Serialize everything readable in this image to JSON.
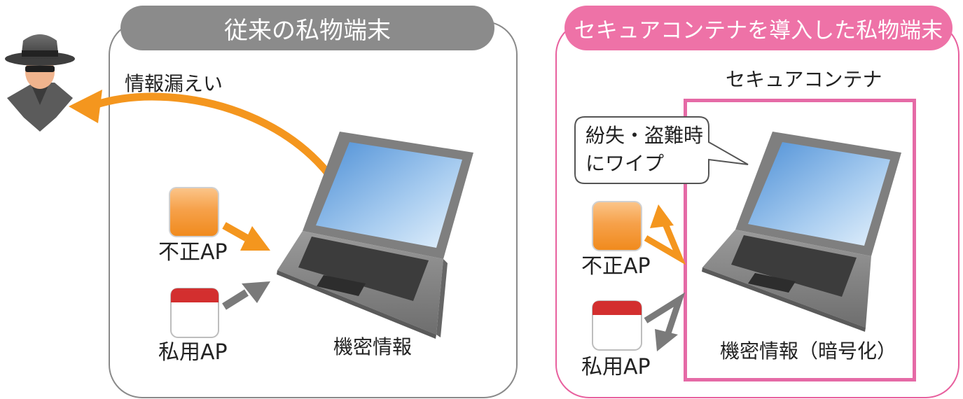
{
  "left_panel": {
    "title": "従来の私物端末",
    "leak_label": "情報漏えい",
    "rogue_ap_label": "不正AP",
    "private_ap_label": "私用AP",
    "laptop_label": "機密情報"
  },
  "right_panel": {
    "title": "セキュアコンテナを導入した私物端末",
    "container_label": "セキュアコンテナ",
    "bubble_line1": "紛失・盗難時",
    "bubble_line2": "にワイプ",
    "rogue_ap_label": "不正AP",
    "private_ap_label": "私用AP",
    "laptop_label": "機密情報（暗号化）"
  },
  "colors": {
    "left_accent": "#8b8b8b",
    "right_accent": "#ee72a7",
    "leak_arrow": "#f4961e",
    "rogue_ap": "#f4961e",
    "private_ap_top": "#d32f2f",
    "gray_arrow": "#7a7a7a"
  }
}
